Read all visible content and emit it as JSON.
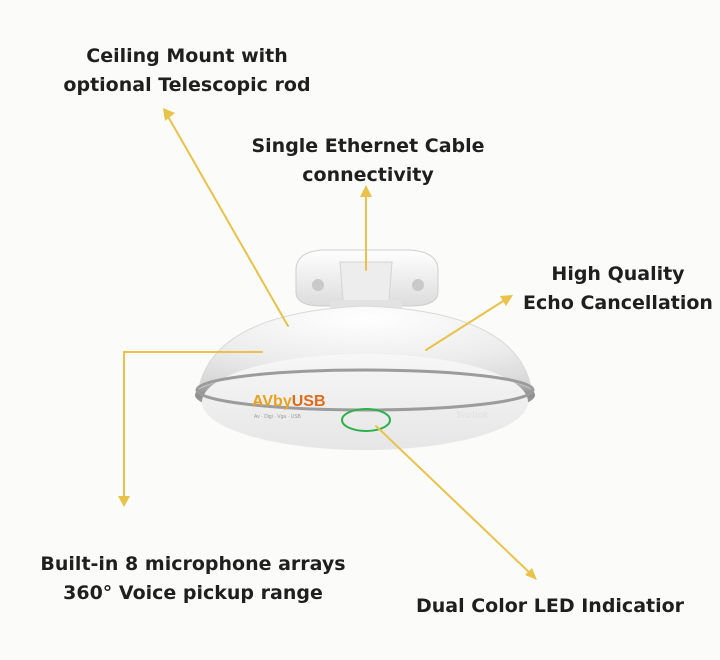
{
  "labels": {
    "ceiling_mount": {
      "line1": "Ceiling Mount with",
      "line2": "optional Telescopic rod"
    },
    "ethernet": {
      "line1": "Single Ethernet Cable",
      "line2": "connectivity"
    },
    "echo": {
      "line1": "High Quality",
      "line2": "Echo Cancellation"
    },
    "microphones": {
      "line1": "Built-in 8 microphone arrays",
      "line2": "360° Voice pickup range"
    },
    "led": {
      "line1": "Dual Color LED Indicatior"
    }
  },
  "logo": {
    "text_av": "AV",
    "text_by": "by",
    "text_usb": "USB",
    "tagline": "Av · Digi · Vga · USB"
  },
  "brand_mark": "Yealink",
  "colors": {
    "arrow": "#e8c24a",
    "led_ring": "#2cb14c",
    "text": "#1f1f1f",
    "logo_av": "#e9a21f",
    "logo_usb": "#e06a1a"
  }
}
